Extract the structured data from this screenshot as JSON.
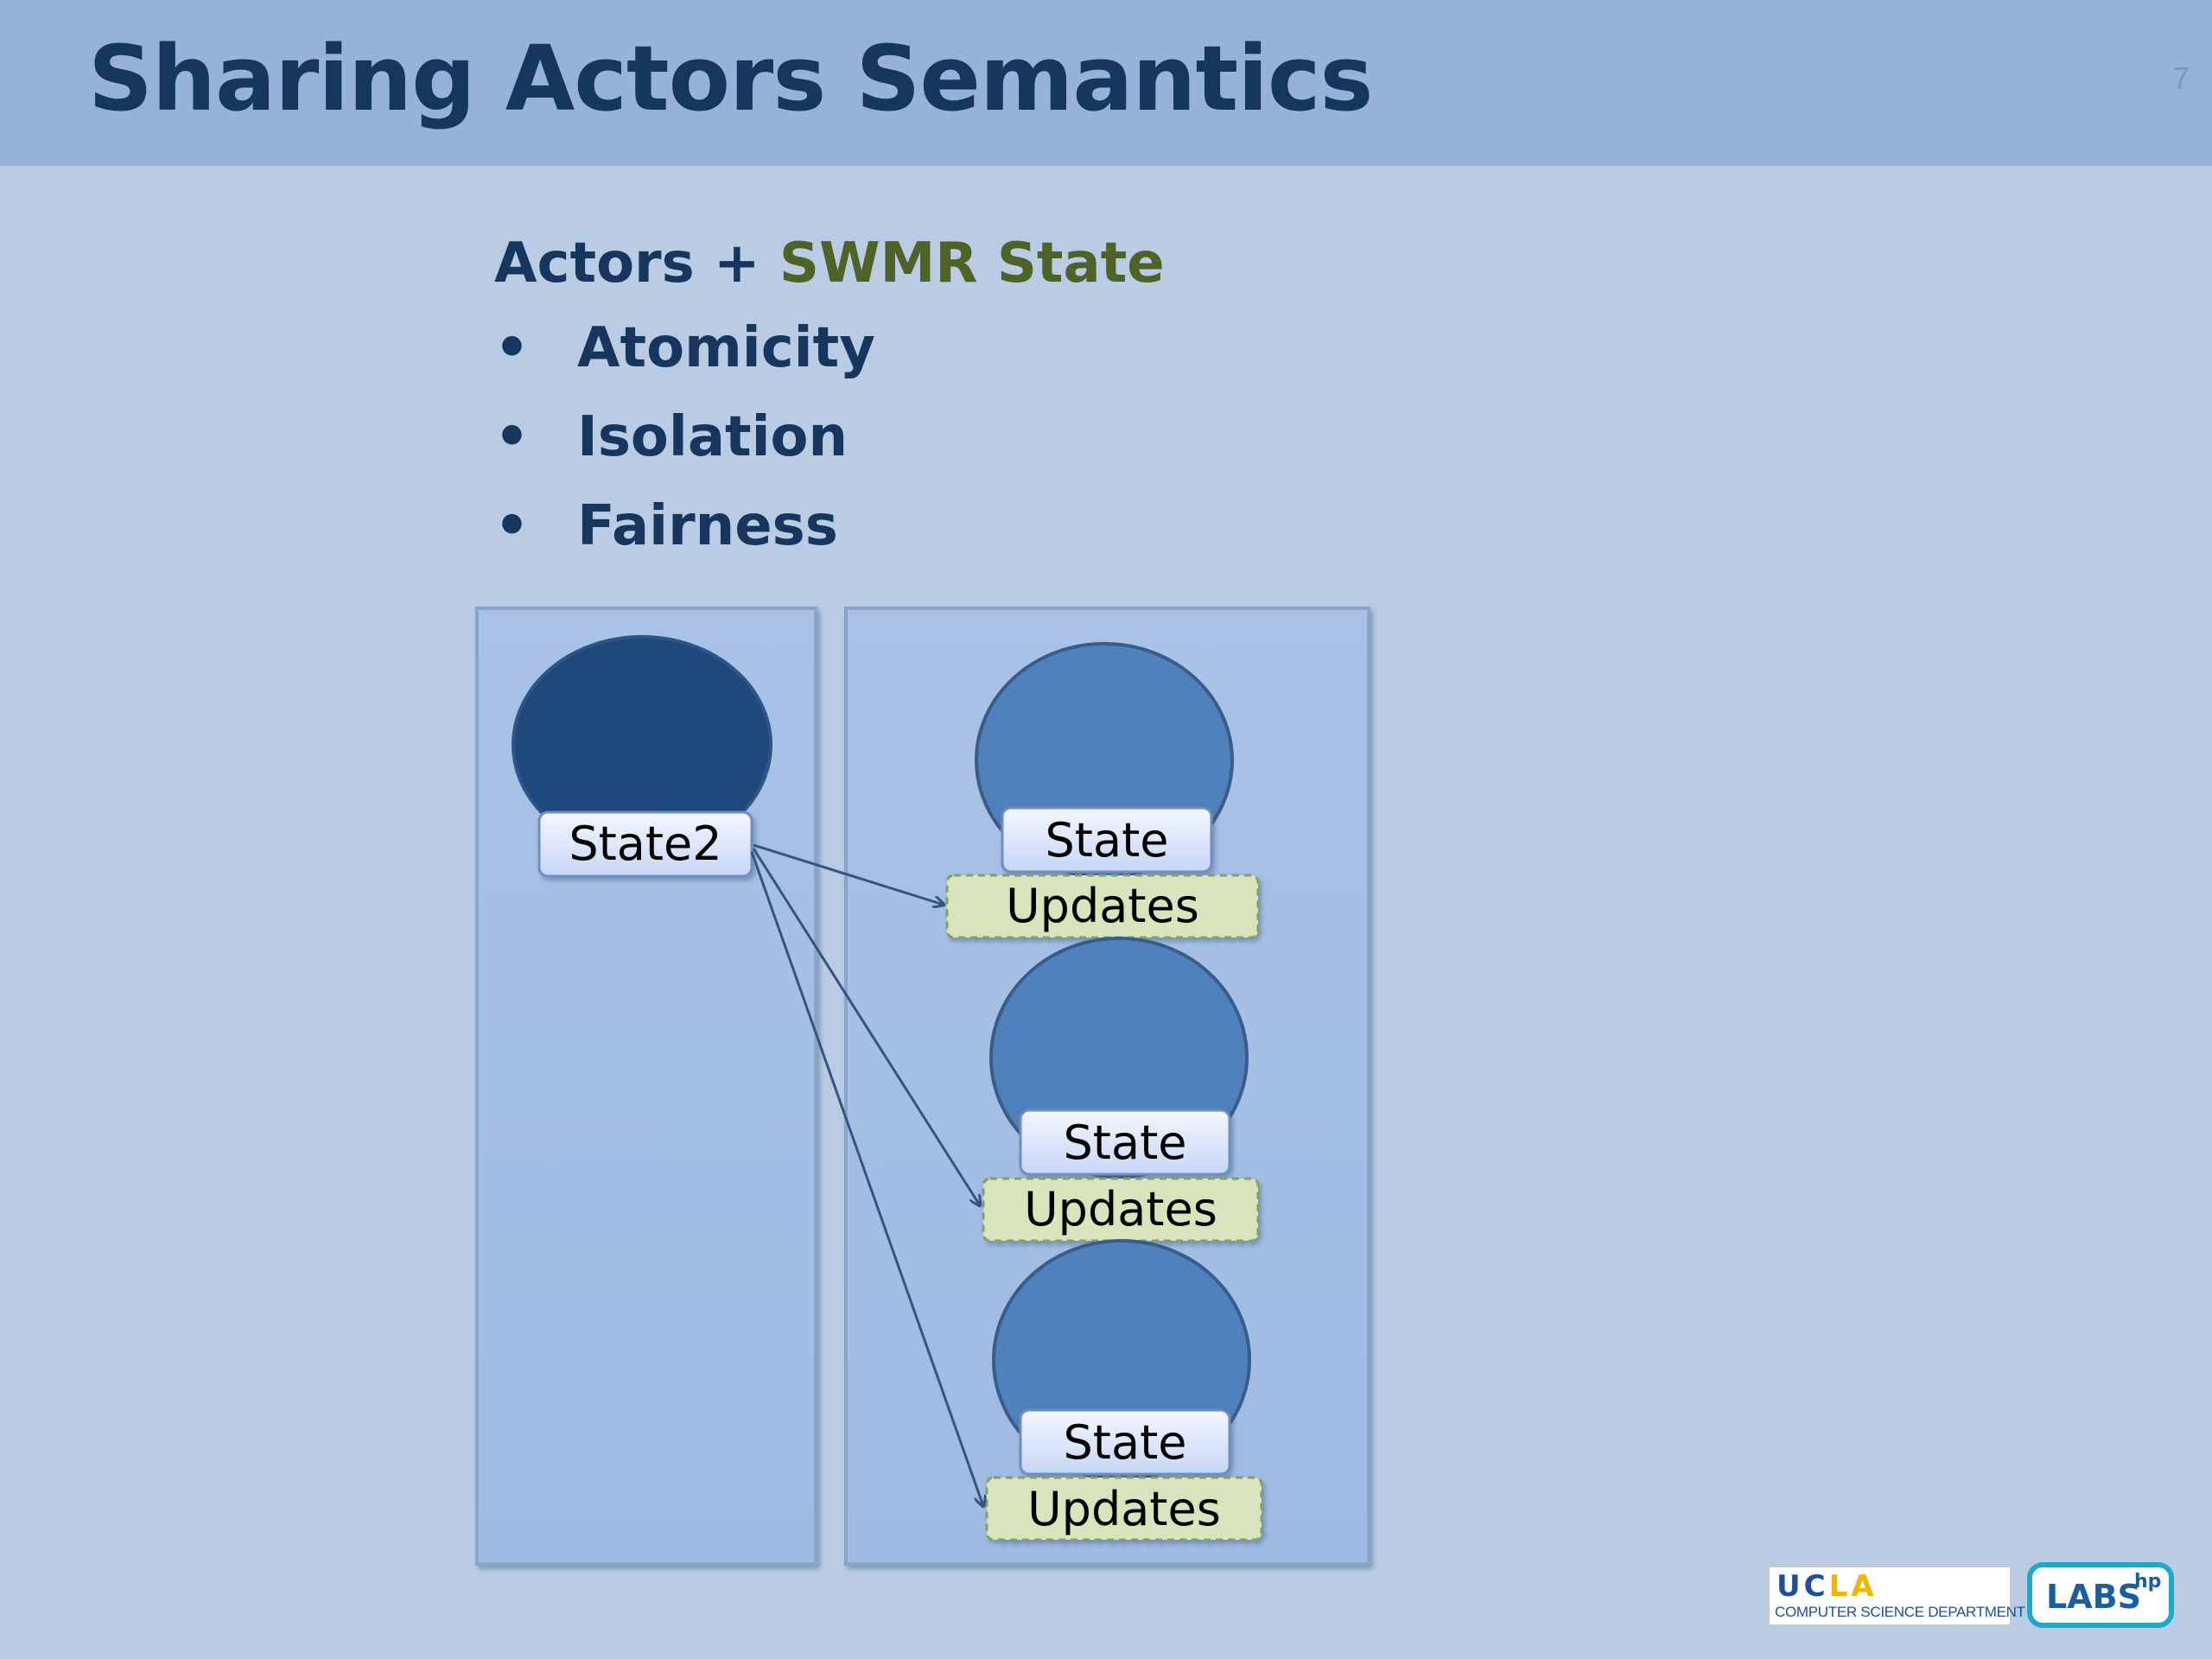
{
  "slide": {
    "title": "Sharing Actors Semantics",
    "page_number": "7"
  },
  "content": {
    "heading_prefix": "Actors + ",
    "heading_accent": "SWMR State",
    "bullet_symbol": "•",
    "bullets": [
      "Atomicity",
      "Isolation",
      "Fairness"
    ]
  },
  "diagram": {
    "writer": {
      "state_label": "State2"
    },
    "readers": [
      {
        "state_label": "State",
        "updates_label": "Updates"
      },
      {
        "state_label": "State",
        "updates_label": "Updates"
      },
      {
        "state_label": "State",
        "updates_label": "Updates"
      }
    ]
  },
  "logos": {
    "ucla_prefix": "UC",
    "ucla_suffix": "LA",
    "ucla_subtitle": "COMPUTER SCIENCE DEPARTMENT",
    "hp_labs": "LABS",
    "hp_sup": "hp"
  },
  "colors": {
    "background": "#b9cce4",
    "header": "#95b3d7",
    "title_text": "#17365d",
    "accent_text": "#4f6228",
    "panel_fill": "#a4bfe4",
    "writer_circle": "#1f497d",
    "reader_circle": "#4f81bd",
    "state_chip": "#dbe5fb",
    "updates_chip": "#d8e4bc"
  }
}
